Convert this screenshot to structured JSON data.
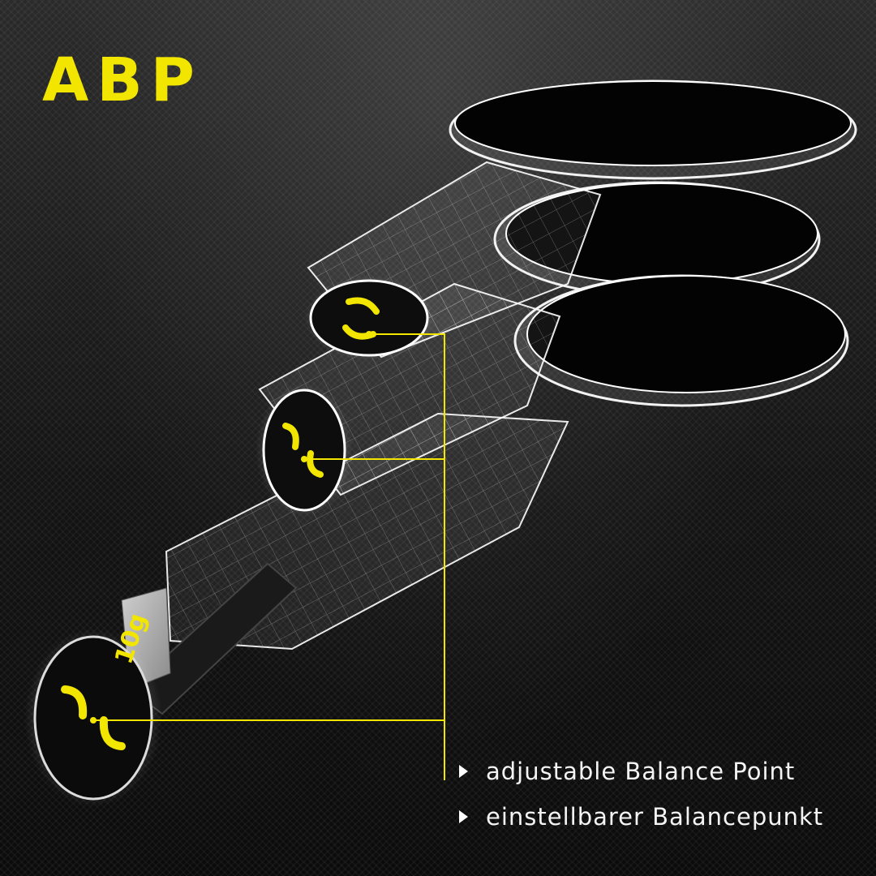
{
  "brand": {
    "title": "ABP"
  },
  "features": [
    {
      "label": "adjustable Balance Point"
    },
    {
      "label": "einstellbarer Balancepunkt"
    }
  ],
  "weight_module": {
    "label": "10g"
  },
  "colors": {
    "accent": "#f2e600",
    "background": "#1b1b1b",
    "text": "#f4f4f4",
    "outline": "#ffffff"
  },
  "icons": [
    "rotate-arrows-icon",
    "triangle-bullet-icon"
  ]
}
